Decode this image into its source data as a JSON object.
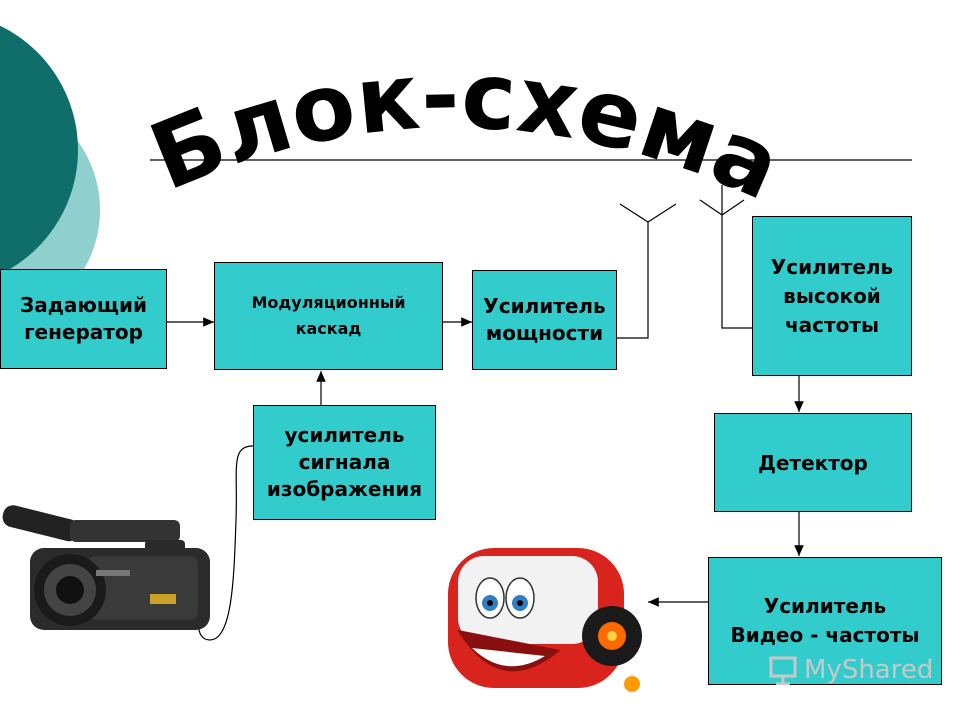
{
  "title": "Блок-схема",
  "blocks": {
    "master_oscillator": "Задающий\nгенератор",
    "modulation_stage": "Модуляционный\nкаскад",
    "power_amplifier": "Усилитель\nмощности",
    "hf_amplifier": "Усилитель\nвысокой\nчастоты",
    "video_signal_amplifier": "усилитель\nсигнала\nизображения",
    "detector": "Детектор",
    "video_freq_amplifier": "Усилитель\nВидео - частоты"
  },
  "watermark": "MyShared",
  "colors": {
    "block_fill": "#33cccc",
    "circle_dark": "#0f6e6a",
    "circle_light": "#8fcfcd"
  },
  "icons": {
    "antenna_tx": "antenna-icon",
    "antenna_rx": "antenna-icon",
    "camera": "video-camera-icon",
    "tv": "cartoon-tv-icon"
  }
}
